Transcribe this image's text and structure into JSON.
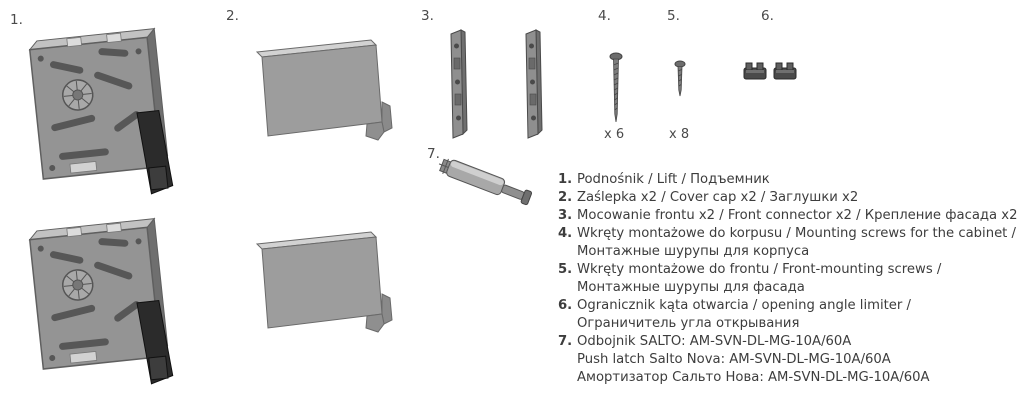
{
  "diagram": {
    "callouts": [
      "1.",
      "2.",
      "3.",
      "4.",
      "5.",
      "6.",
      "7."
    ],
    "counts": {
      "mounting_screws_cabinet": "x 6",
      "mounting_screws_front": "x 8"
    },
    "colors": {
      "body_gray": "#949494",
      "light_gray": "#d2d2d2",
      "dark_gray": "#575757",
      "arm_black": "#2b2b2b",
      "outline": "#5f5f5f"
    }
  },
  "legend": {
    "items": [
      {
        "num": "1.",
        "text": "Podnośnik / Lift / Подъемник"
      },
      {
        "num": "2.",
        "text": "Zaślepka x2 / Cover cap x2 / Заглушки x2"
      },
      {
        "num": "3.",
        "text": "Mocowanie frontu x2 / Front connector x2 / Крепление фасада x2"
      },
      {
        "num": "4.",
        "text": "Wkręty montażowe do korpusu / Mounting screws for the cabinet /\nМонтажные шурупы для корпуса"
      },
      {
        "num": "5.",
        "text": "Wkręty montażowe do frontu / Front-mounting screws /\nМонтажные шурупы для фасада"
      },
      {
        "num": "6.",
        "text": "Ogranicznik kąta otwarcia / opening angle limiter /\nОграничитель угла открывания"
      },
      {
        "num": "7.",
        "text": "Odbojnik SALTO: AM-SVN-DL-MG-10A/60A\nPush latch Salto Nova: AM-SVN-DL-MG-10A/60A\nАмортизатор Сальто Нова: AM-SVN-DL-MG-10A/60A"
      }
    ]
  }
}
